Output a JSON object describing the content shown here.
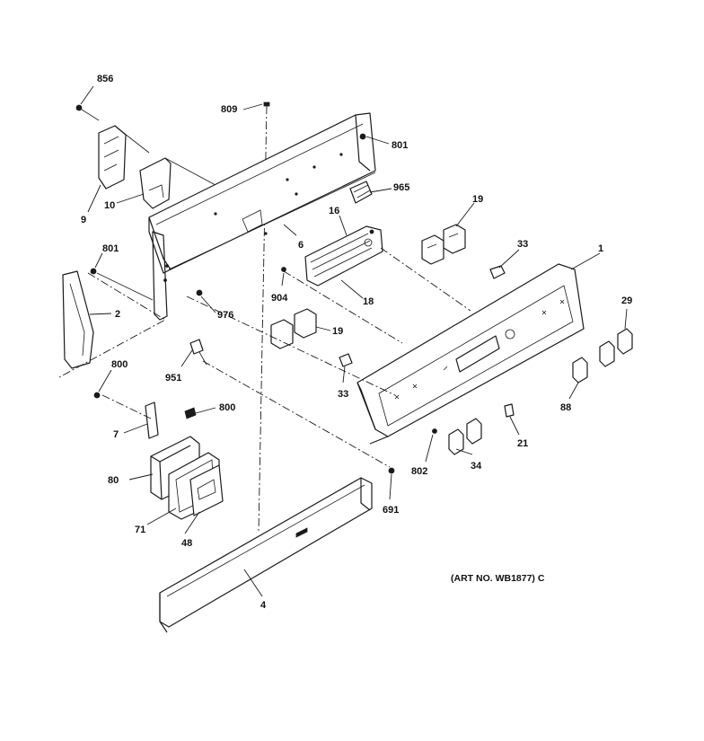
{
  "caption": "(ART NO. WB1877) C",
  "callouts": [
    {
      "id": "c856",
      "label": "856"
    },
    {
      "id": "c809",
      "label": "809"
    },
    {
      "id": "c801a",
      "label": "801"
    },
    {
      "id": "c965",
      "label": "965"
    },
    {
      "id": "c9",
      "label": "9"
    },
    {
      "id": "c10",
      "label": "10"
    },
    {
      "id": "c16",
      "label": "16"
    },
    {
      "id": "c19a",
      "label": "19"
    },
    {
      "id": "c6",
      "label": "6"
    },
    {
      "id": "c33a",
      "label": "33"
    },
    {
      "id": "c801b",
      "label": "801"
    },
    {
      "id": "c1",
      "label": "1"
    },
    {
      "id": "c904",
      "label": "904"
    },
    {
      "id": "c18",
      "label": "18"
    },
    {
      "id": "c2",
      "label": "2"
    },
    {
      "id": "c976",
      "label": "976"
    },
    {
      "id": "c29",
      "label": "29"
    },
    {
      "id": "c19b",
      "label": "19"
    },
    {
      "id": "c951",
      "label": "951"
    },
    {
      "id": "c800a",
      "label": "800"
    },
    {
      "id": "c33b",
      "label": "33"
    },
    {
      "id": "c88",
      "label": "88"
    },
    {
      "id": "c800b",
      "label": "800"
    },
    {
      "id": "c7",
      "label": "7"
    },
    {
      "id": "c21",
      "label": "21"
    },
    {
      "id": "c802",
      "label": "802"
    },
    {
      "id": "c34",
      "label": "34"
    },
    {
      "id": "c80",
      "label": "80"
    },
    {
      "id": "c691",
      "label": "691"
    },
    {
      "id": "c71",
      "label": "71"
    },
    {
      "id": "c48",
      "label": "48"
    },
    {
      "id": "c4",
      "label": "4"
    }
  ]
}
